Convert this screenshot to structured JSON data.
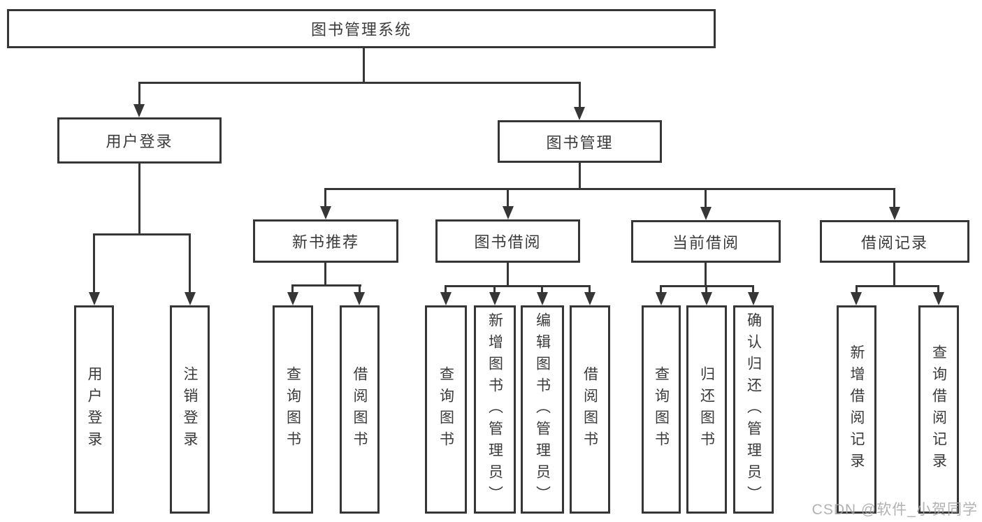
{
  "diagram": {
    "root": {
      "label": "图书管理系统"
    },
    "level2": [
      {
        "label": "用户登录"
      },
      {
        "label": "图书管理"
      }
    ],
    "level3": [
      {
        "label": "新书推荐"
      },
      {
        "label": "图书借阅"
      },
      {
        "label": "当前借阅"
      },
      {
        "label": "借阅记录"
      }
    ],
    "leaves": [
      {
        "label": "用户登录"
      },
      {
        "label": "注销登录"
      },
      {
        "label": "查询图书"
      },
      {
        "label": "借阅图书"
      },
      {
        "label": "查询图书"
      },
      {
        "label": "新增图书（管理员）"
      },
      {
        "label": "编辑图书（管理员）"
      },
      {
        "label": "借阅图书"
      },
      {
        "label": "查询图书"
      },
      {
        "label": "归还图书"
      },
      {
        "label": "确认归还（管理员）"
      },
      {
        "label": "新增借阅记录"
      },
      {
        "label": "查询借阅记录"
      }
    ],
    "watermark": "CSDN @软件_小贺同学",
    "colors": {
      "line": "#363636",
      "text": "#3a3a3a",
      "watermark": "#a5a5a5",
      "background": "#ffffff"
    }
  }
}
